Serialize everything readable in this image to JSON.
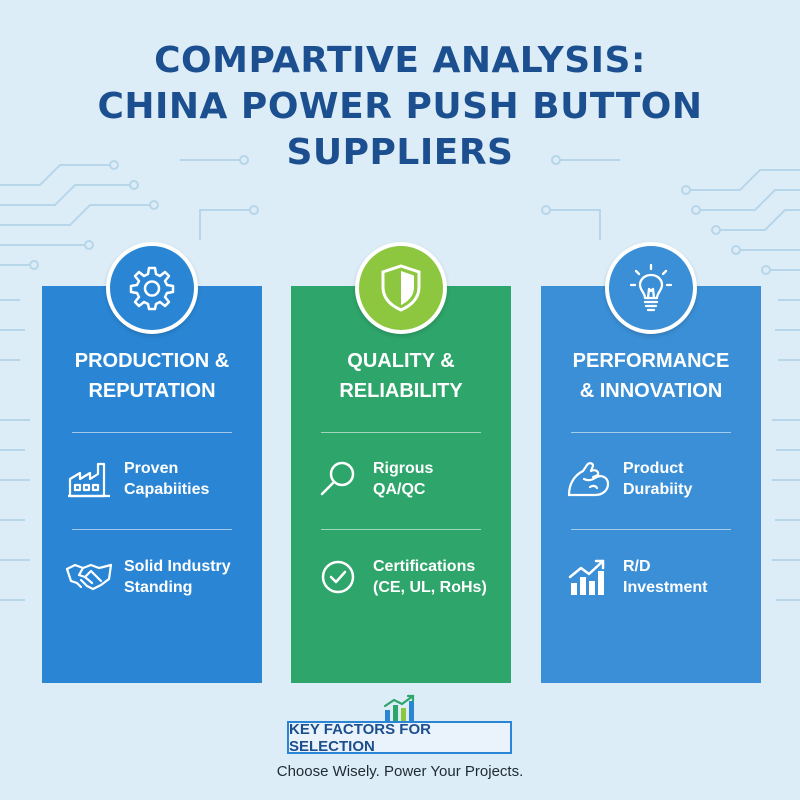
{
  "title": {
    "line1": "COMPARTIVE ANALYSIS:",
    "line2": "CHINA POWER PUSH BUTTON",
    "line3": "SUPPLIERS"
  },
  "cards": [
    {
      "icon": "gear-icon",
      "color": "#2a86d4",
      "title_line1": "PRODUCTION &",
      "title_line2": "REPUTATION",
      "items": [
        {
          "icon": "factory-icon",
          "line1": "Proven",
          "line2": "Capabiities"
        },
        {
          "icon": "handshake-icon",
          "line1": "Solid Industry",
          "line2": "Standing"
        }
      ]
    },
    {
      "icon": "shield-icon",
      "color": "#2ea56b",
      "badge_color": "#8dc63f",
      "title_line1": "QUALITY &",
      "title_line2": "RELIABILITY",
      "items": [
        {
          "icon": "magnifier-icon",
          "line1": "Rigrous",
          "line2": "QA/QC"
        },
        {
          "icon": "check-circle-icon",
          "line1": "Certifications",
          "line2": "(CE, UL, RoHs)"
        }
      ]
    },
    {
      "icon": "lightbulb-icon",
      "color": "#3b8fd6",
      "title_line1": "PERFORMANCE",
      "title_line2": "& INNOVATION",
      "items": [
        {
          "icon": "flexed-arm-icon",
          "line1": "Product",
          "line2": "Durabiity"
        },
        {
          "icon": "growth-chart-icon",
          "line1": "R/D",
          "line2": "Investment"
        }
      ]
    }
  ],
  "footer": {
    "icon": "bar-chart-icon",
    "key_label": "KEY FACTORS FOR SELECTION",
    "tagline": "Choose Wisely. Power Your Projects."
  },
  "colors": {
    "background": "#dcedf7",
    "title": "#1c4f8f",
    "blue": "#2a86d4",
    "green": "#2ea56b",
    "lime": "#8dc63f"
  }
}
